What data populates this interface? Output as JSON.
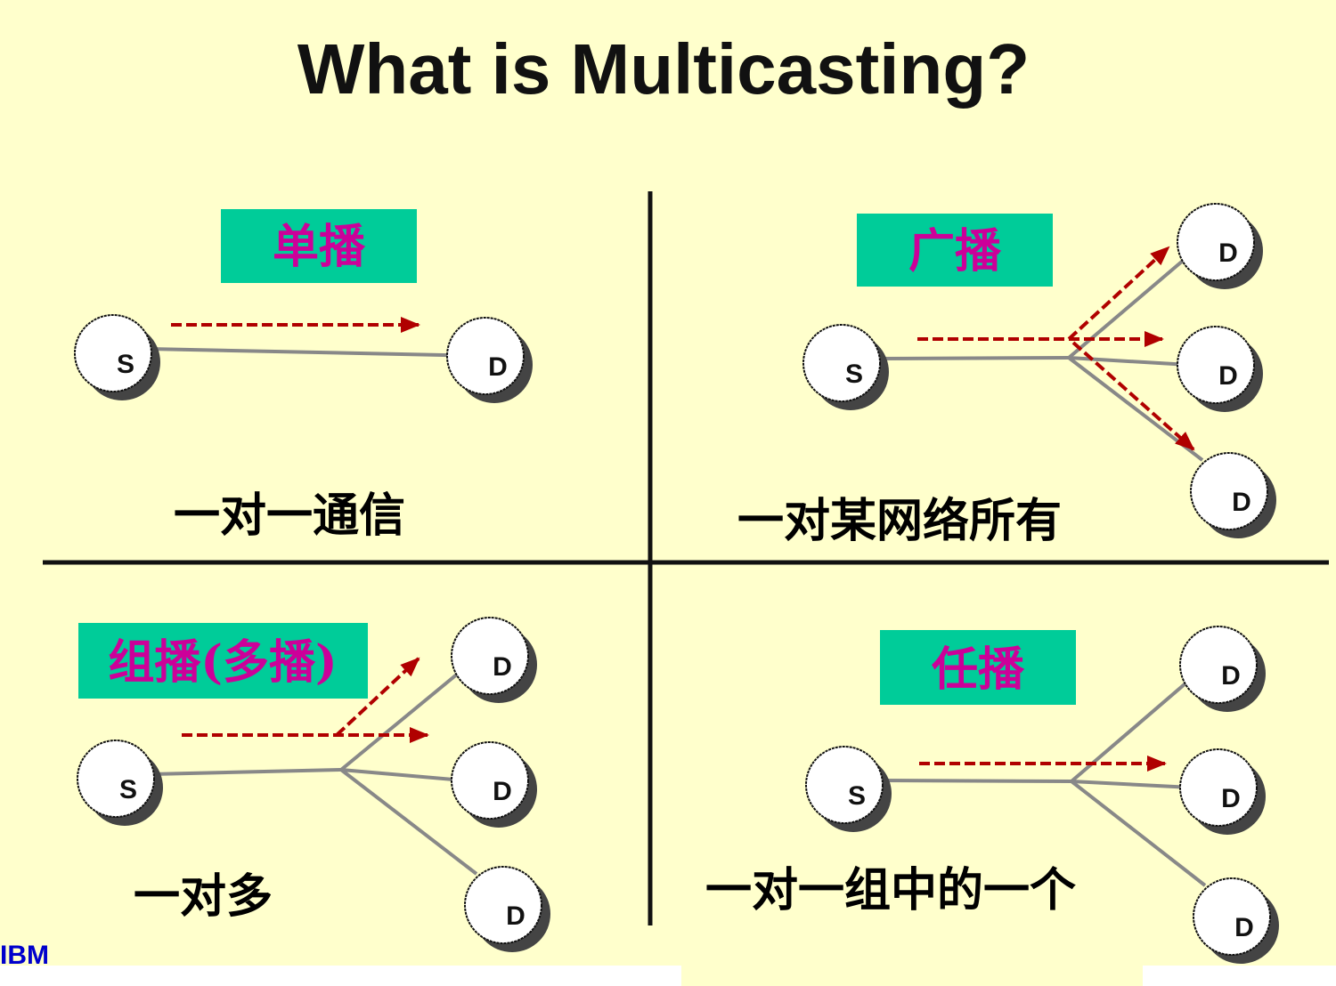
{
  "title": "What is Multicasting?",
  "colors": {
    "background": "#ffffcc",
    "label_box": "#00cc99",
    "label_text": "#cc0099",
    "arrow": "#b00000",
    "link": "#888888"
  },
  "node_labels": {
    "source": "S",
    "destination": "D"
  },
  "quadrants": [
    {
      "label": "单播",
      "caption": "一对一通信"
    },
    {
      "label": "广播",
      "caption": "一对某网络所有"
    },
    {
      "label": "组播(多播)",
      "caption": "一对多"
    },
    {
      "label": "任播",
      "caption": "一对一组中的一个"
    }
  ],
  "logo_text": "IBM"
}
